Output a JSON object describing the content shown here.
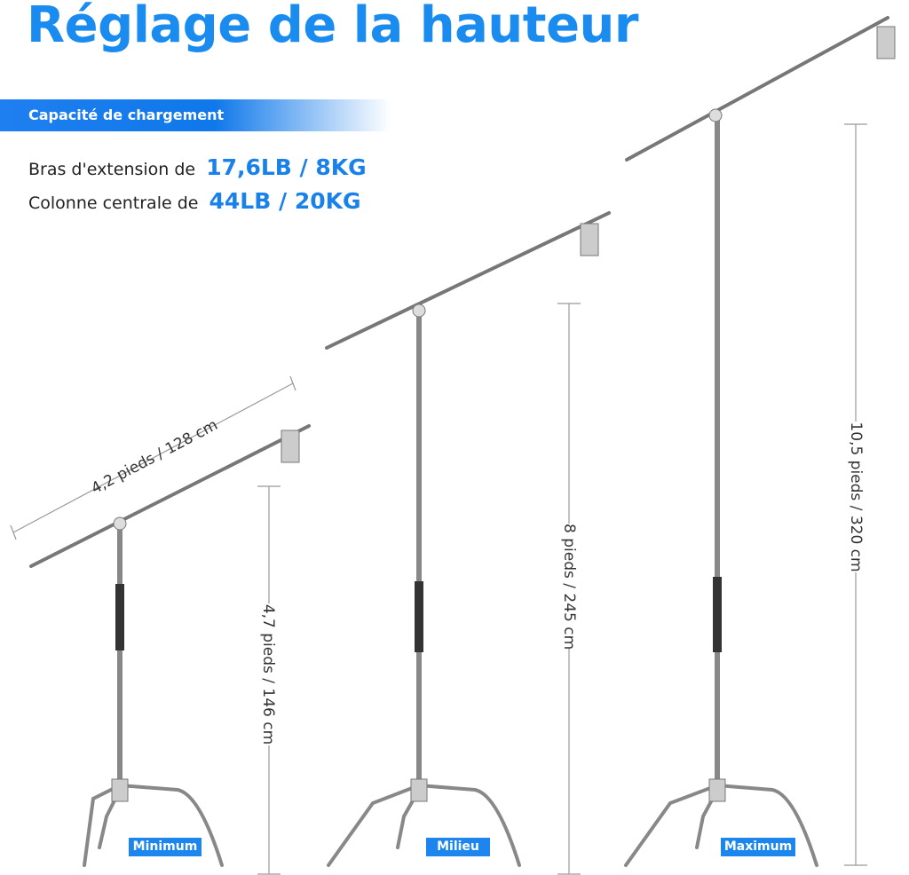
{
  "title": "Réglage de la hauteur",
  "capacity": {
    "heading": "Capacité de chargement",
    "rows": [
      {
        "label": "Bras d'extension de",
        "value": "17,6LB / 8KG"
      },
      {
        "label": "Colonne centrale de",
        "value": "44LB / 20KG"
      }
    ]
  },
  "dimensions": {
    "arm_length": "4,2 pieds / 128 cm",
    "min_height": "4,7 pieds / 146 cm",
    "mid_height": "8 pieds / 245 cm",
    "max_height": "10,5 pieds / 320 cm"
  },
  "positions": [
    "Minimum",
    "Milieu",
    "Maximum"
  ],
  "colors": {
    "accent": "#1a8cf0",
    "tag": "#1d86ee"
  }
}
